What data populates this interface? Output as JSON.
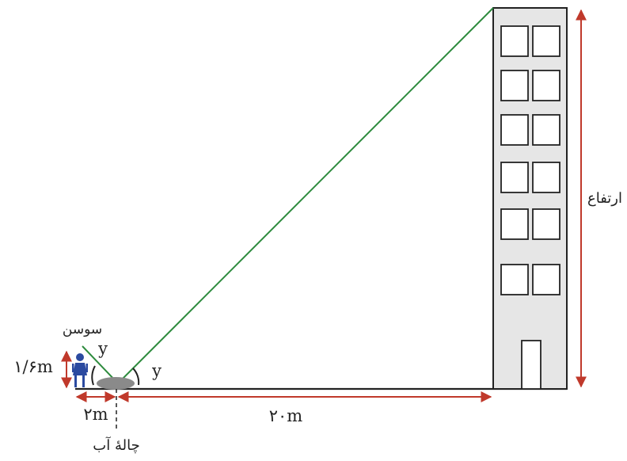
{
  "labels": {
    "person_name": "سوسن",
    "person_height": "۱/۶m",
    "angle_person": "y",
    "angle_building": "y",
    "distance_person": "۲m",
    "distance_building": "۲۰m",
    "building_height": "ارتفاع",
    "puddle": "چالهٔ آب"
  },
  "colors": {
    "sight_line": "#2e8b3e",
    "measure_arrow": "#c0392b",
    "ground": "#222222",
    "building_fill": "#e6e6e6",
    "puddle": "#8a8a8a",
    "person": "#2b4aa0"
  }
}
